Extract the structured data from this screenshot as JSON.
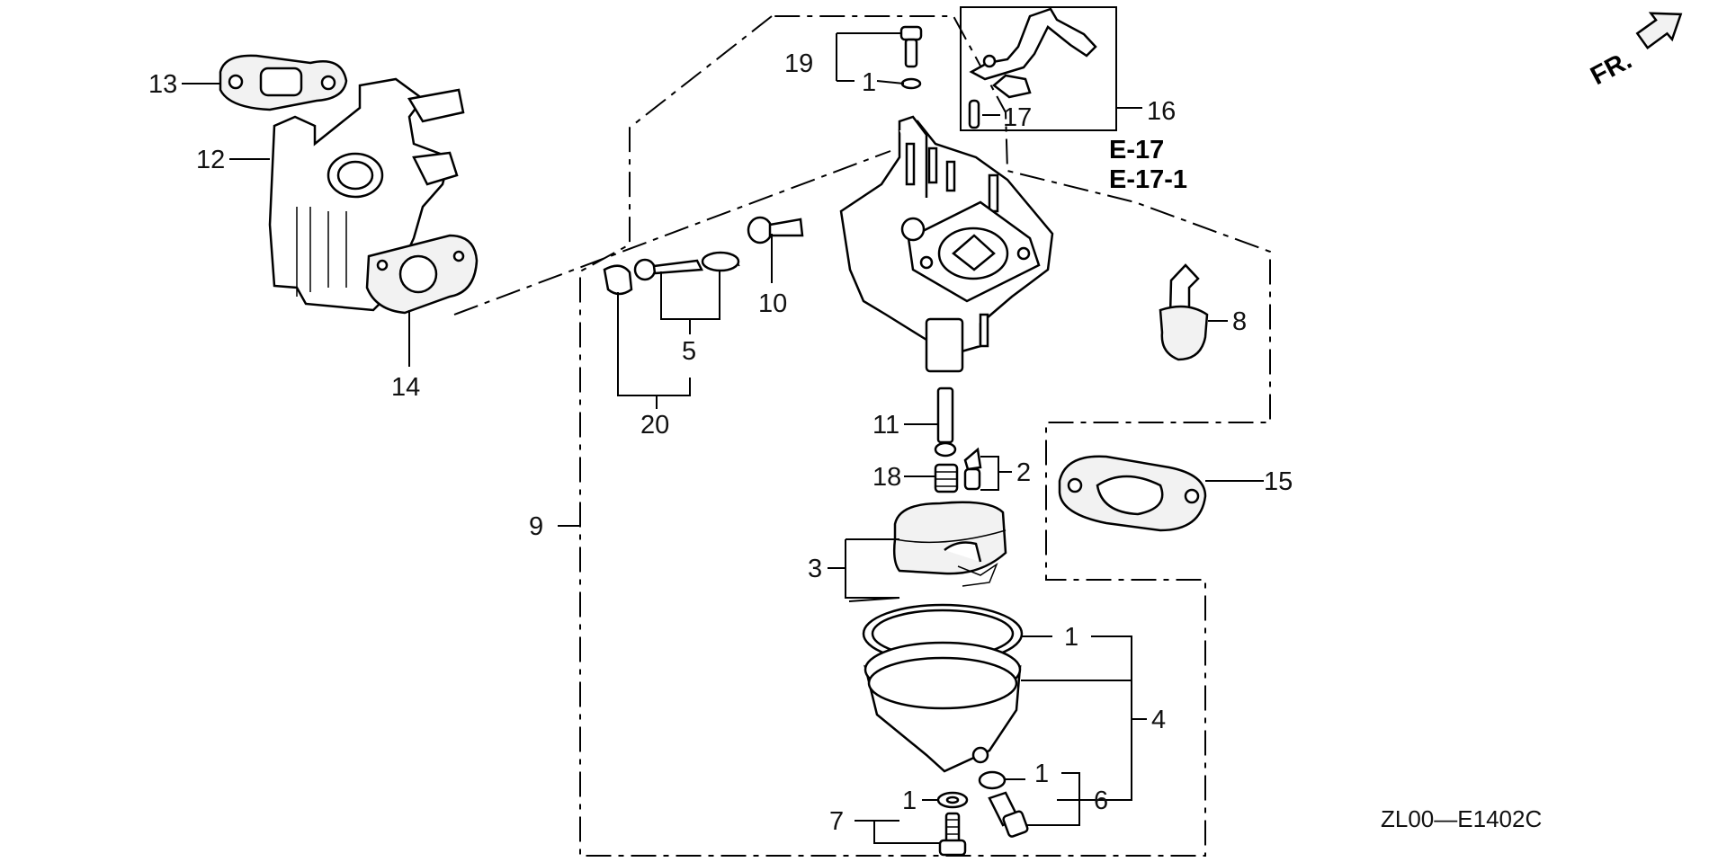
{
  "diagram": {
    "orientation_label": "FR.",
    "drawing_code": "ZL00—E1402C",
    "reference_labels": [
      "E-17",
      "E-17-1"
    ],
    "callouts": {
      "c1a": "1",
      "c1b": "1",
      "c1c": "1",
      "c1d": "1",
      "c2": "2",
      "c3": "3",
      "c4": "4",
      "c5": "5",
      "c6": "6",
      "c7": "7",
      "c8": "8",
      "c9": "9",
      "c10": "10",
      "c11": "11",
      "c12": "12",
      "c13": "13",
      "c14": "14",
      "c15": "15",
      "c16": "16",
      "c17": "17",
      "c18": "18",
      "c19": "19",
      "c20": "20"
    }
  }
}
